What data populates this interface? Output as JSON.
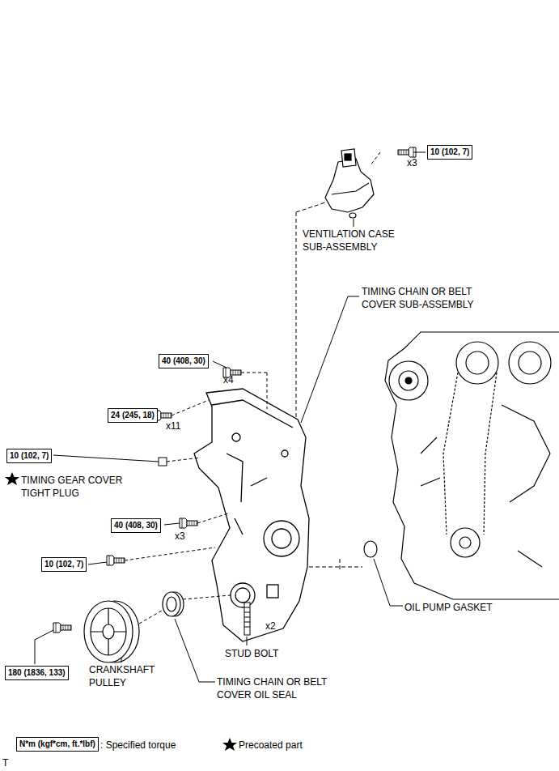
{
  "diagram": {
    "nodes": [
      {
        "text": [
          "10 (102, 7)"
        ]
      },
      {
        "text": [
          "40 (408, 30)"
        ]
      },
      {
        "text": [
          "24 (245, 18)"
        ]
      },
      {
        "text": [
          "10 (102, 7)"
        ]
      },
      {
        "text": [
          "40 (408, 30)"
        ]
      },
      {
        "text": [
          "10 (102, 7)"
        ]
      },
      {
        "text": [
          "180 (1836, 133)"
        ]
      },
      {
        "text": [
          "N*m (kgf*cm, ft.*lbf)"
        ]
      }
    ],
    "labels": [
      "x3",
      "VENTILATION CASE SUB-ASSEMBLY",
      "TIMING CHAIN OR BELT COVER SUB-ASSEMBLY",
      "x4",
      "x11",
      "TIMING GEAR COVER TIGHT PLUG",
      "x3",
      "OIL PUMP GASKET",
      "x2",
      "STUD BOLT",
      "CRANKSHAFT PULLEY",
      "TIMING CHAIN OR BELT COVER OIL SEAL",
      "T"
    ],
    "legend": [
      {
        "text": ": Specified torque"
      },
      {
        "text": "Precoated part"
      }
    ]
  }
}
